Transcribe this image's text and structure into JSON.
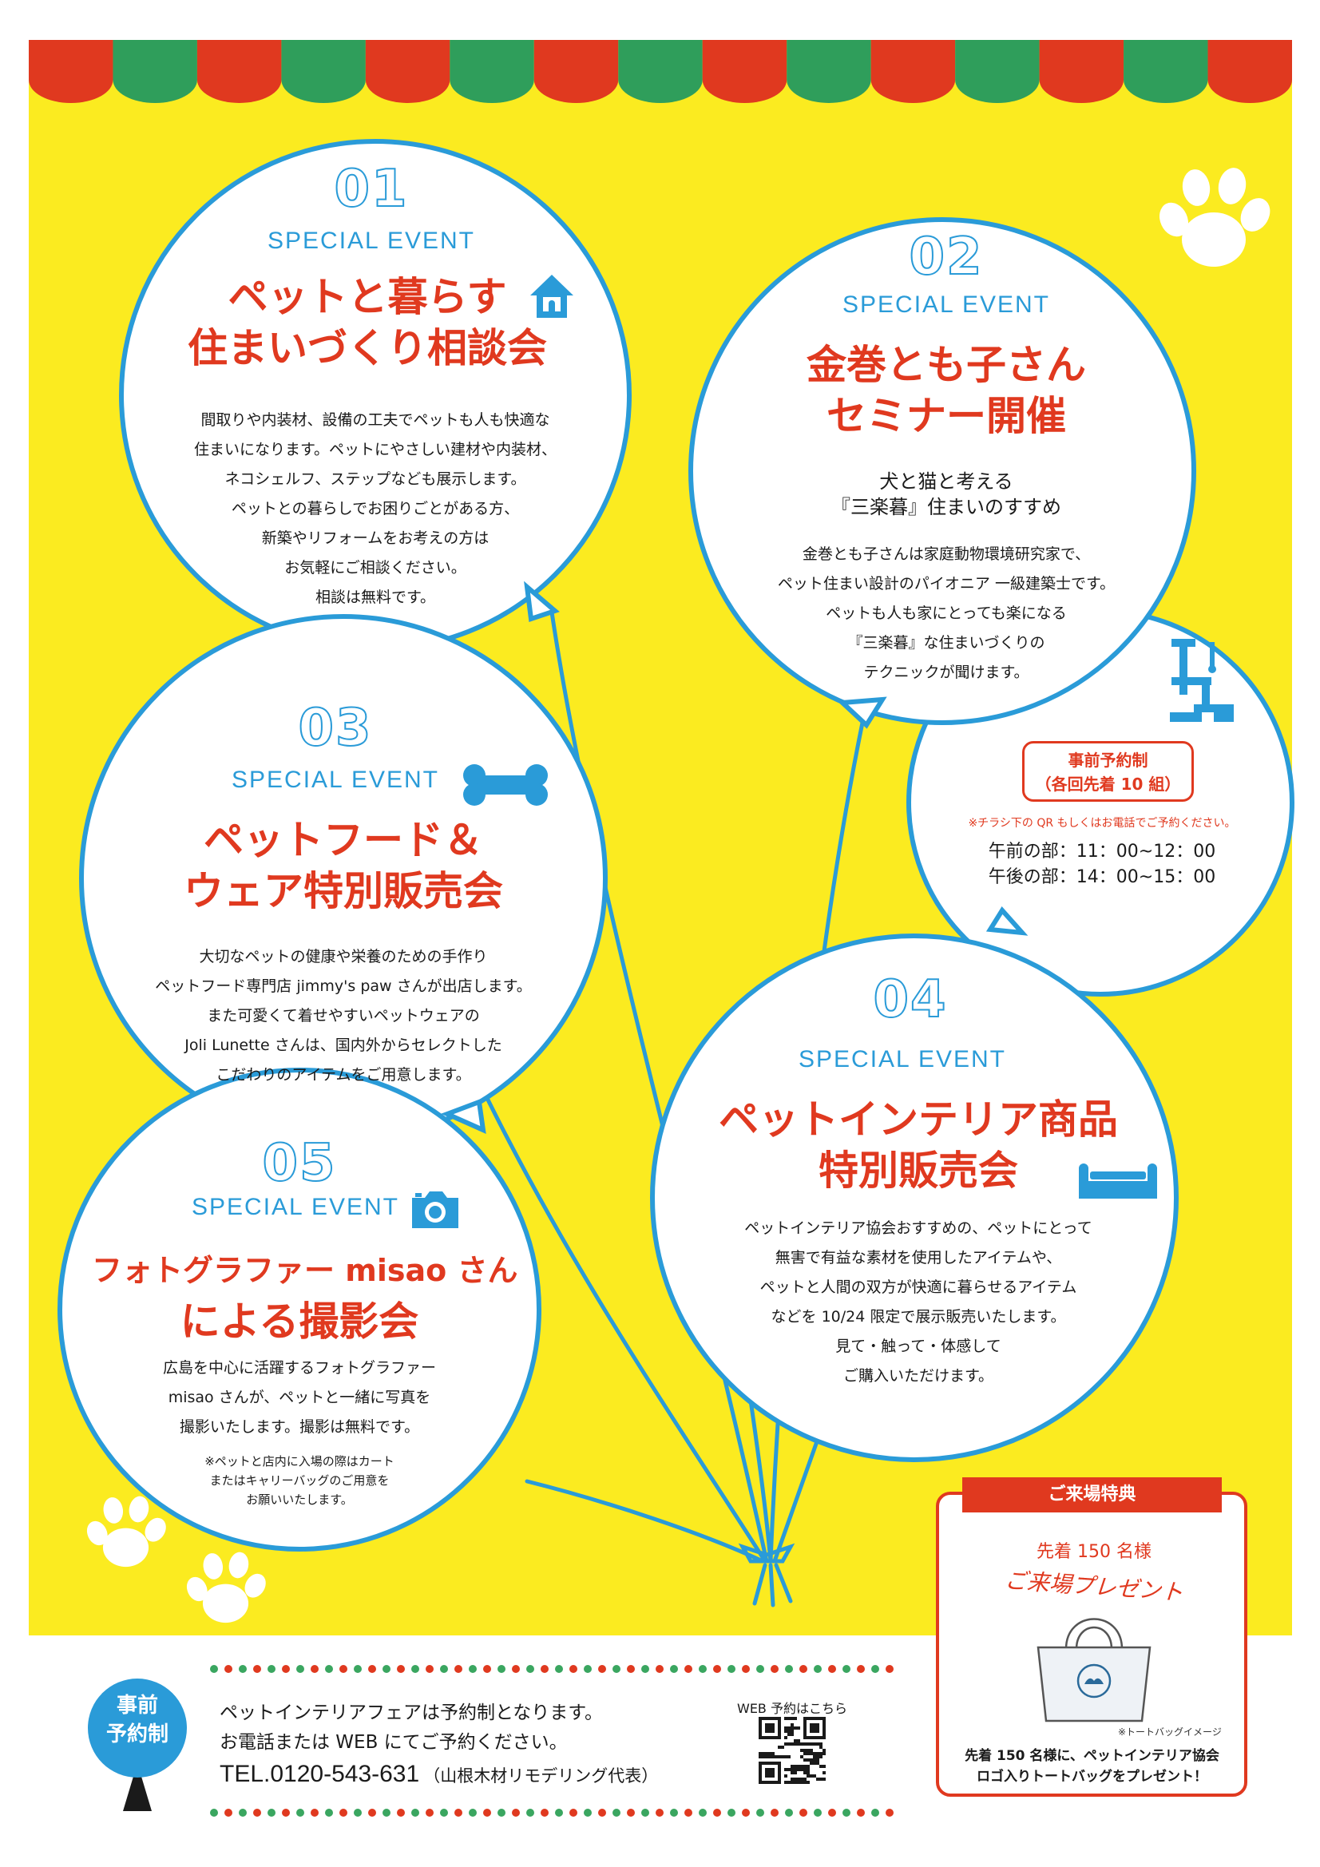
{
  "colors": {
    "background": "#fbeb20",
    "accent_blue": "#2a9bd8",
    "accent_red": "#e0391f",
    "accent_green": "#2f9e5b",
    "dot_green": "#3aa660",
    "dot_red": "#e0391f"
  },
  "events": [
    {
      "number": "01",
      "label": "SPECIAL EVENT",
      "icon": "house-icon",
      "title": [
        "ペットと暮らす",
        "住まいづくり相談会"
      ],
      "body": [
        "間取りや内装材、設備の工夫でペットも人も快適な",
        "住まいになります。ペットにやさしい建材や内装材、",
        "ネコシェルフ、ステップなども展示します。",
        "ペットとの暮らしでお困りごとがある方、",
        "新築やリフォームをお考えの方は",
        "お気軽にご相談ください。",
        "相談は無料です。"
      ]
    },
    {
      "number": "02",
      "label": "SPECIAL EVENT",
      "title": [
        "金巻とも子さん",
        "セミナー開催"
      ],
      "subtitle": [
        "犬と猫と考える",
        "『三楽暮』住まいのすすめ"
      ],
      "body": [
        "金巻とも子さんは家庭動物環境研究家で、",
        "ペット住まい設計のパイオニア 一級建築士です。",
        "ペットも人も家にとっても楽になる",
        "『三楽暮』な住まいづくりの",
        "テクニックが聞けます。"
      ],
      "reservation": {
        "badge": [
          "事前予約制",
          "（各回先着 10 組）"
        ],
        "note": "※チラシ下の QR もしくはお電話でご予約ください。",
        "morning": "午前の部：11：00~12：00",
        "afternoon": "午後の部：14：00~15：00"
      }
    },
    {
      "number": "03",
      "label": "SPECIAL EVENT",
      "icon": "bone-icon",
      "title": [
        "ペットフード＆",
        "ウェア特別販売会"
      ],
      "body": [
        "大切なペットの健康や栄養のための手作り",
        "ペットフード専門店 jimmy's paw さんが出店します。",
        "また可愛くて着せやすいペットウェアの",
        "Joli Lunette さんは、国内外からセレクトした",
        "こだわりのアイテムをご用意します。"
      ]
    },
    {
      "number": "04",
      "label": "SPECIAL EVENT",
      "icon": "sofa-icon",
      "title": [
        "ペットインテリア商品",
        "特別販売会"
      ],
      "body": [
        "ペットインテリア協会おすすめの、ペットにとって",
        "無害で有益な素材を使用したアイテムや、",
        "ペットと人間の双方が快適に暮らせるアイテム",
        "などを 10/24 限定で展示販売いたします。",
        "見て・触って・体感して",
        "ご購入いただけます。"
      ]
    },
    {
      "number": "05",
      "label": "SPECIAL EVENT",
      "icon": "camera-icon",
      "title": [
        "フォトグラファー misao さん",
        "による撮影会"
      ],
      "body": [
        "広島を中心に活躍するフォトグラファー",
        "misao さんが、ペットと一緒に写真を",
        "撮影いたします。撮影は無料です。"
      ],
      "note": [
        "※ペットと店内に入場の際はカート",
        "またはキャリーバッグのご用意を",
        "お願いいたします。"
      ]
    }
  ],
  "gift": {
    "header": "ご来場特典",
    "line1": "先着 150 名様",
    "line2": "ご来場プレゼント",
    "image_note": "※トートバッグイメージ",
    "caption": [
      "先着 150 名様に、ペットインテリア協会",
      "ロゴ入りトートバッグをプレゼント！"
    ]
  },
  "footer": {
    "badge": [
      "事前",
      "予約制"
    ],
    "line1": "ペットインテリアフェアは予約制となります。",
    "line2": "お電話または WEB にてご予約ください。",
    "tel": "TEL.0120-543-631",
    "tel_note": "（山根木材リモデリング代表）",
    "web_label": "WEB 予約はこちら"
  }
}
